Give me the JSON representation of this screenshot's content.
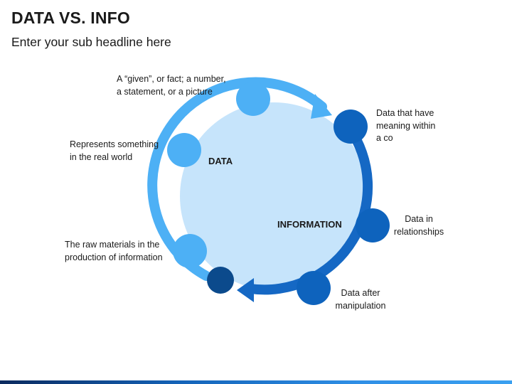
{
  "header": {
    "title": "DATA VS. INFO",
    "subtitle": "Enter your sub headline here"
  },
  "diagram": {
    "center_labels": {
      "data": "DATA",
      "information": "INFORMATION"
    },
    "data_points": [
      "A “given”, or fact; a number,",
      "a statement, or a picture",
      "Represents something",
      "in the real world",
      "The raw materials in the",
      "production of information"
    ],
    "info_points": [
      "Data that have",
      "meaning within",
      "a co",
      "Data in",
      "relationships",
      "Data after",
      "manipulation"
    ]
  },
  "colors": {
    "circle_fill": "#c6e4fb",
    "data_arc": "#4db0f5",
    "info_arc": "#1568c4",
    "data_node": "#4db0f5",
    "info_node": "#0e63bd",
    "end_node": "#0b4a8c",
    "footer": "#1463b8"
  }
}
